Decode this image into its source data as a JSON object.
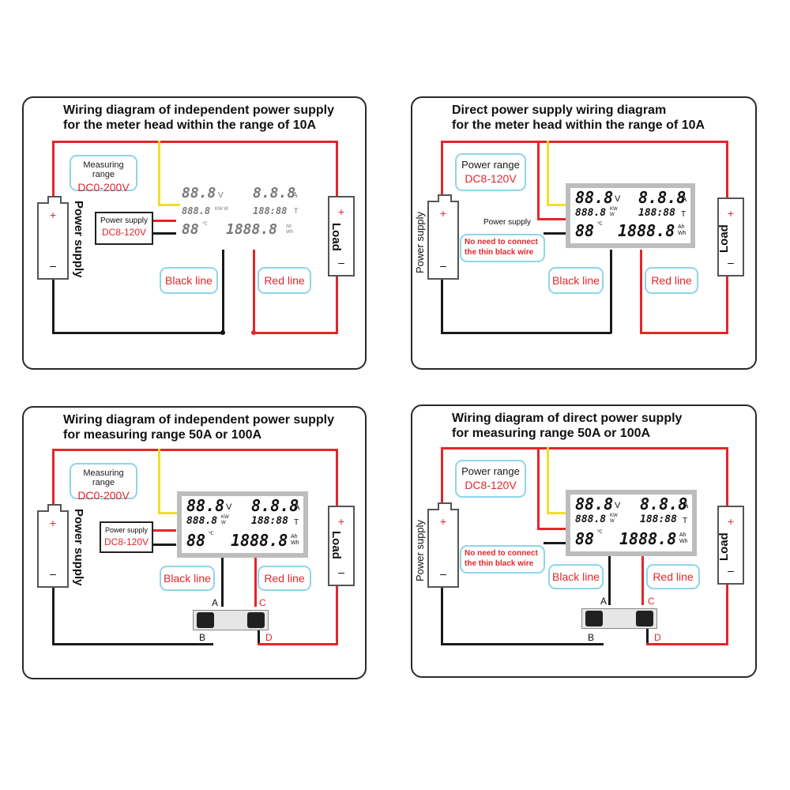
{
  "panels": [
    {
      "title_line1": "Wiring diagram of independent power supply",
      "title_line2": "for the meter head within the range of 10A",
      "bubble_top_l1": "Measuring range",
      "bubble_top_l2": "DC0-200V",
      "power_box_l1": "Power supply",
      "power_box_l2": "DC8-120V",
      "power_supply_label": "Power supply",
      "load_label": "Load",
      "plus": "+",
      "minus": "–",
      "black_line": "Black line",
      "red_line": "Red line",
      "lcd": {
        "v": "88.8",
        "v_unit": "V",
        "a": "8.8.8",
        "a_unit": "A",
        "w": "888.8",
        "w_unit": "KW W",
        "t": "188:88",
        "t_unit": "T",
        "c": "88",
        "c_unit": "℃",
        "big": "1888.8",
        "big_unit": "Ah Wh"
      }
    },
    {
      "title_line1": "Direct power supply wiring diagram",
      "title_line2": "for the meter head within the range of 10A",
      "bubble_top_l1": "Power range",
      "bubble_top_l2": "DC8-120V",
      "power_label_plain": "Power supply",
      "note_l1": "No need to connect",
      "note_l2": "the thin black wire",
      "power_supply_label": "Power supply",
      "load_label": "Load",
      "plus": "+",
      "minus": "–",
      "black_line": "Black line",
      "red_line": "Red line",
      "lcd": {
        "v": "88.8",
        "v_unit": "V",
        "a": "8.8.8",
        "a_unit": "A",
        "w": "888.8",
        "w_unit": "KW W",
        "t": "188:88",
        "t_unit": "T",
        "c": "88",
        "c_unit": "℃",
        "big": "1888.8",
        "big_unit": "Ah Wh"
      }
    },
    {
      "title_line1": "Wiring diagram of independent power supply",
      "title_line2": "for measuring range 50A or 100A",
      "bubble_top_l1": "Measuring range",
      "bubble_top_l2": "DC0-200V",
      "power_box_l1": "Power supply",
      "power_box_l2": "DC8-120V",
      "power_supply_label": "Power supply",
      "load_label": "Load",
      "plus": "+",
      "minus": "–",
      "black_line": "Black line",
      "red_line": "Red line",
      "shunt": {
        "a": "A",
        "b": "B",
        "c": "C",
        "d": "D"
      },
      "lcd": {
        "v": "88.8",
        "v_unit": "V",
        "a": "8.8.8",
        "a_unit": "A",
        "w": "888.8",
        "w_unit": "KW W",
        "t": "188:88",
        "t_unit": "T",
        "c": "88",
        "c_unit": "℃",
        "big": "1888.8",
        "big_unit": "Ah Wh"
      }
    },
    {
      "title_line1": "Wiring diagram of direct power supply",
      "title_line2": "for measuring range 50A or 100A",
      "bubble_top_l1": "Power range",
      "bubble_top_l2": "DC8-120V",
      "note_l1": "No need to connect",
      "note_l2": "the thin black wire",
      "power_supply_label": "Power supply",
      "load_label": "Load",
      "plus": "+",
      "minus": "–",
      "black_line": "Black line",
      "red_line": "Red line",
      "shunt": {
        "a": "A",
        "b": "B",
        "c": "C",
        "d": "D"
      },
      "lcd": {
        "v": "88.8",
        "v_unit": "V",
        "a": "8.8.8",
        "a_unit": "A",
        "w": "888.8",
        "w_unit": "KW W",
        "t": "188:88",
        "t_unit": "T",
        "c": "88",
        "c_unit": "℃",
        "big": "1888.8",
        "big_unit": "Ah Wh"
      }
    }
  ],
  "colors": {
    "red_wire": "#e3262b",
    "black_wire": "#1a1a1a",
    "yellow_wire": "#f2df2a",
    "bubble_border": "#8fd5ea",
    "lcd_frame": "#bdbdbd"
  }
}
